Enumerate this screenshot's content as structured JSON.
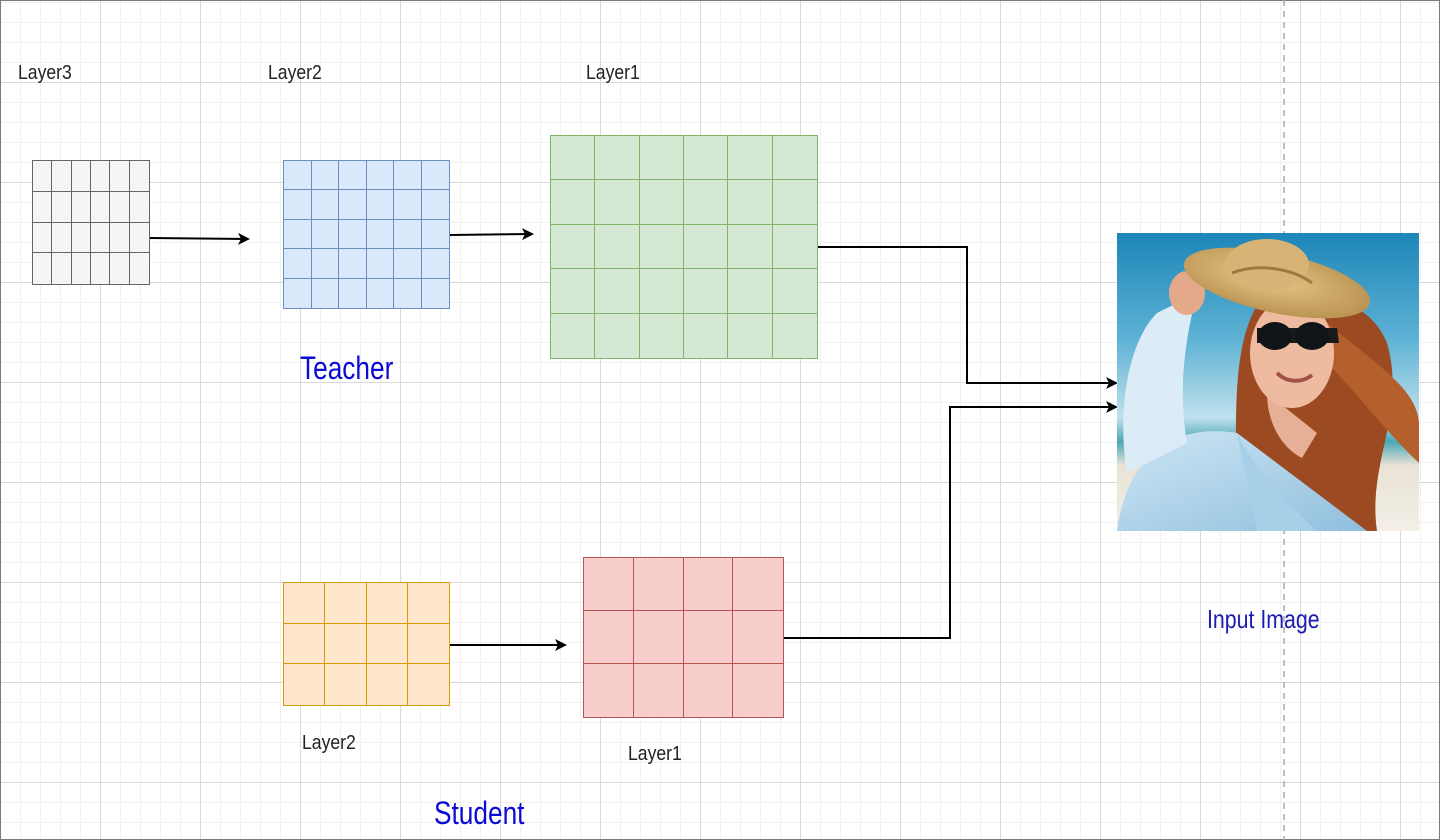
{
  "labels": {
    "teacher_layer3": "Layer3",
    "teacher_layer2": "Layer2",
    "teacher_layer1": "Layer1",
    "teacher": "Teacher",
    "student_layer2": "Layer2",
    "student_layer1": "Layer1",
    "student": "Student",
    "input_image": "Input Image"
  },
  "blocks": {
    "teacher_layer3": {
      "rows": 4,
      "cols": 6,
      "fill": "#f5f5f5",
      "stroke": "#666666"
    },
    "teacher_layer2": {
      "rows": 5,
      "cols": 6,
      "fill": "#dae8fc",
      "stroke": "#6c8ebf"
    },
    "teacher_layer1": {
      "rows": 5,
      "cols": 6,
      "fill": "#d5e8d4",
      "stroke": "#82b366"
    },
    "student_layer2": {
      "rows": 3,
      "cols": 4,
      "fill": "#ffe6cc",
      "stroke": "#d79b00"
    },
    "student_layer1": {
      "rows": 3,
      "cols": 4,
      "fill": "#f8cecc",
      "stroke": "#b85450"
    }
  },
  "image": {
    "icon": "photo-icon",
    "subject": "woman in straw hat and sunglasses at beach"
  }
}
